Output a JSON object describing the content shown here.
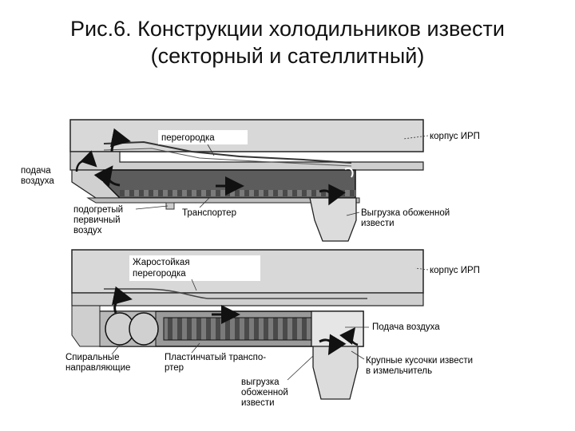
{
  "title": {
    "line1": "Рис.6. Конструкции холодильников извести",
    "line2": "(секторный и сателлитный)"
  },
  "top_diagram": {
    "partition": "перегородка",
    "housing": "корпус ИРП",
    "air_supply": [
      "подача",
      "воздуха"
    ],
    "heated_air": [
      "подогретый",
      "первичный",
      "воздух"
    ],
    "conveyor": "Транспортер",
    "discharge": [
      "Выгрузка обоженной",
      "извести"
    ]
  },
  "bottom_diagram": {
    "partition": [
      "Жаростойкая",
      "перегородка"
    ],
    "housing": "корпус ИРП",
    "air_supply": "Подача воздуха",
    "spiral": [
      "Спиральные",
      "направляющие"
    ],
    "plate_conveyor": [
      "Пластинчатый транспо-",
      "ртер"
    ],
    "discharge": [
      "выгрузка",
      "обоженной",
      "извести"
    ],
    "coarse": [
      "Крупные кусочки извести",
      "в измельчитель"
    ]
  },
  "colors": {
    "housing": "#d8d8d8",
    "channel": "#5c5c5c",
    "outline": "#222222",
    "arrow": "#111111"
  }
}
